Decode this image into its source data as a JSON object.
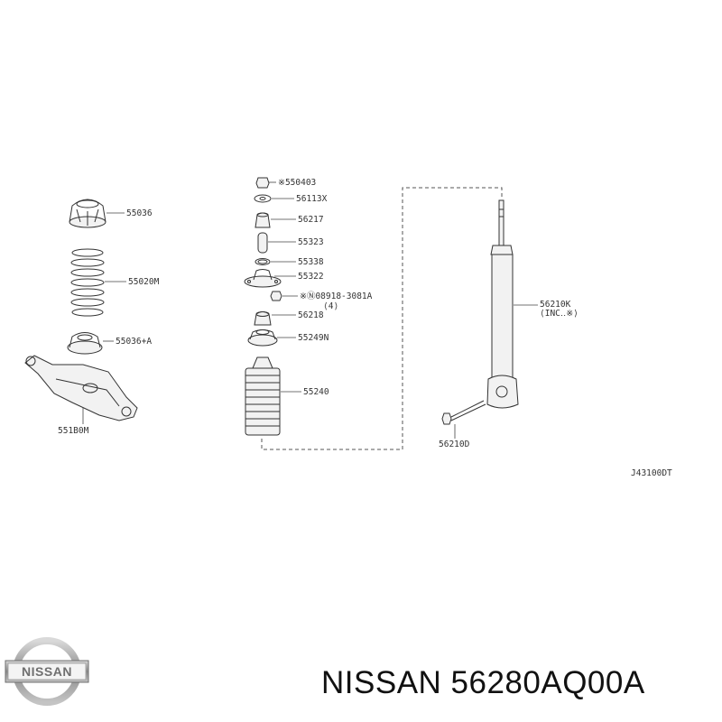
{
  "parts": {
    "p55036": "55036",
    "p55020m": "55020M",
    "p55036a": "55036+A",
    "p551b0m": "551B0M",
    "p550403": "※550403",
    "p56113x": "56113X",
    "p56217": "56217",
    "p55323": "55323",
    "p55338": "55338",
    "p55322": "55322",
    "p08918": "※Ⓝ08918-3081A",
    "p08918qty": "⟨4⟩",
    "p56218": "56218",
    "p55249n": "55249N",
    "p55240": "55240",
    "p56210k": "56210K",
    "p56210k_sub": "⟨INC‥※⟩",
    "p56210d": "56210D"
  },
  "diagram_code": "J43100DT",
  "footer": {
    "title": "NISSAN 56280AQ00A"
  },
  "logo": {
    "text": "NISSAN",
    "color": "#777777"
  }
}
